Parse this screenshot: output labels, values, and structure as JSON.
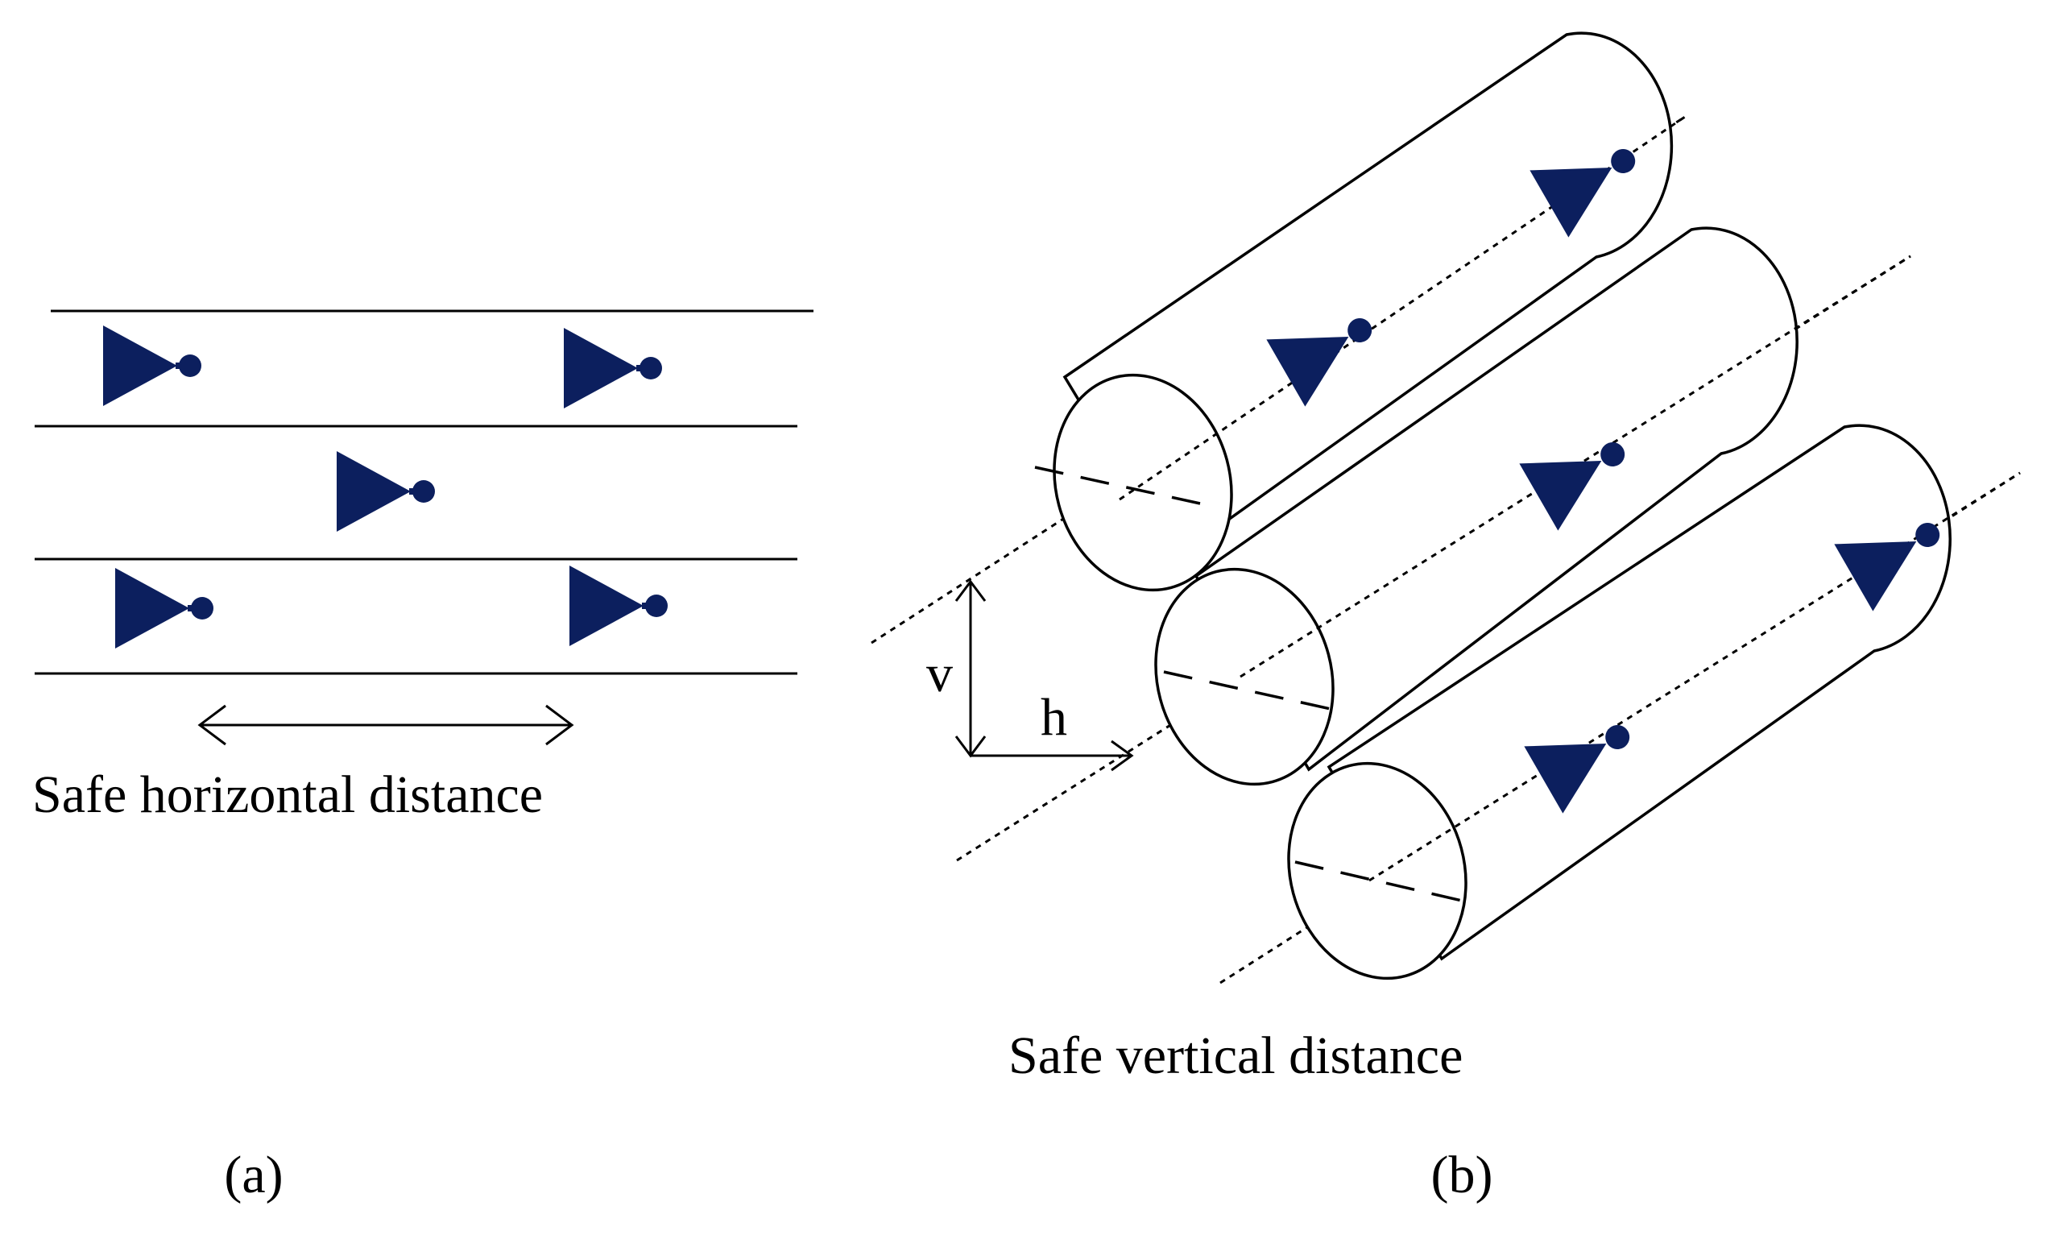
{
  "panel_a": {
    "caption": "Safe horizontal distance",
    "sublabel": "(a)"
  },
  "panel_b": {
    "caption": "Safe vertical distance",
    "sublabel": "(b)",
    "v_label": "v",
    "h_label": "h"
  },
  "colors": {
    "aircraft": "#0c1f5e",
    "line": "#000000",
    "background": "#ffffff"
  },
  "icons": {
    "aircraft": "aircraft-icon"
  }
}
